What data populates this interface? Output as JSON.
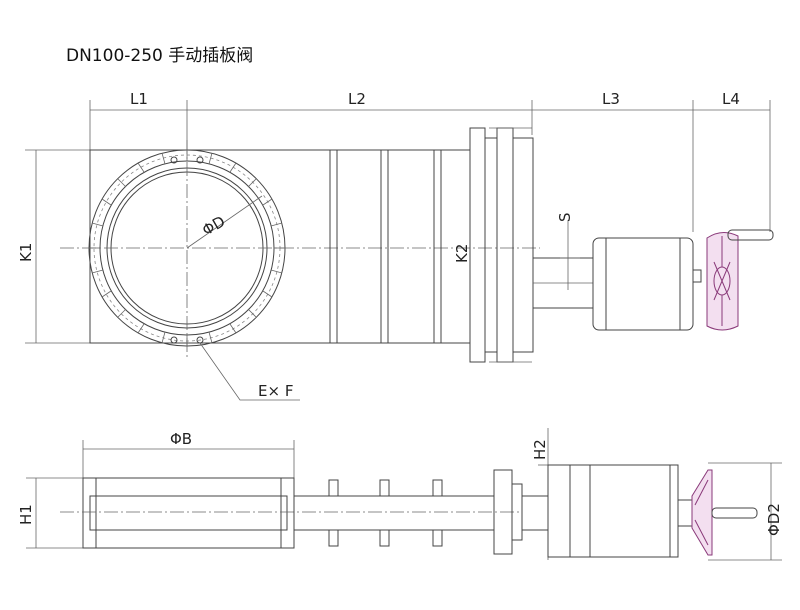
{
  "title": "DN100-250 手动插板阀",
  "dimensions": {
    "L1": "L1",
    "L2": "L2",
    "L3": "L3",
    "L4": "L4",
    "K1": "K1",
    "K2": "K2",
    "S": "S",
    "phiD": "ΦD",
    "ExF": "E× F",
    "phiB": "ΦB",
    "H1": "H1",
    "H2": "H2",
    "phiD2": "ΦD2"
  },
  "colors": {
    "line": "#444444",
    "handwheel": "#8a3a7a",
    "handwheel_fill": "#f3dff0"
  }
}
